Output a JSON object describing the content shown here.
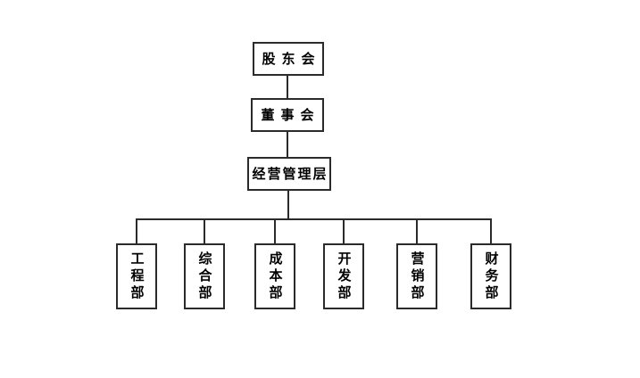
{
  "diagram": {
    "type": "org-chart",
    "nodes": {
      "shareholders": {
        "label": "股东会"
      },
      "board": {
        "label": "董事会"
      },
      "management": {
        "label": "经营管理层"
      },
      "departments": [
        {
          "label": "工程部"
        },
        {
          "label": "综合部"
        },
        {
          "label": "成本部"
        },
        {
          "label": "开发部"
        },
        {
          "label": "营销部"
        },
        {
          "label": "财务部"
        }
      ]
    },
    "colors": {
      "line": "#2b2b2b",
      "text": "#000000",
      "background": "#ffffff"
    }
  }
}
